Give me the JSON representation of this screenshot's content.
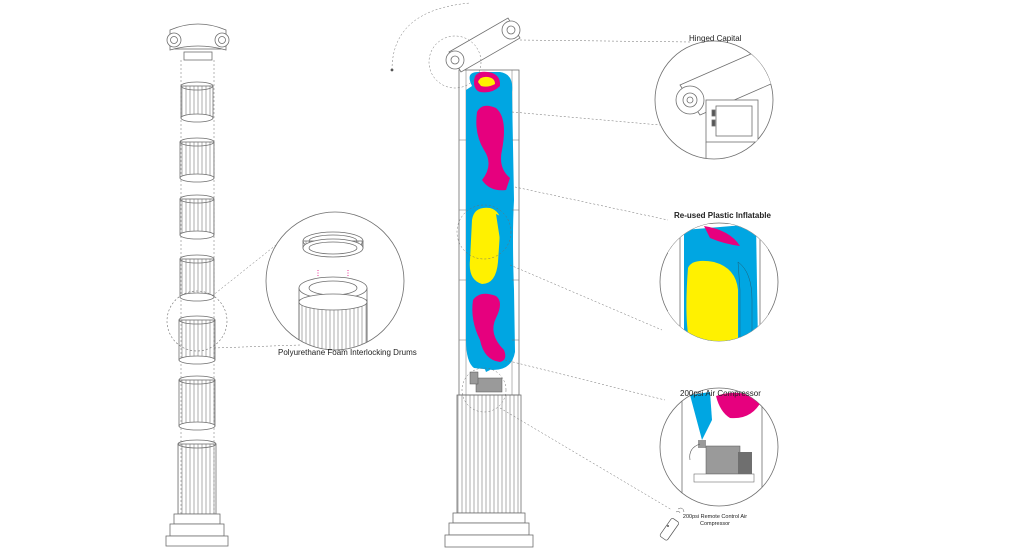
{
  "labels": {
    "drums": "Polyurethane Foam Interlocking Drums",
    "capital": "Hinged Capital",
    "inflatable": "Re-used Plastic Inflatable",
    "compressor": "200psi Air Compressor",
    "remote": "200psi Remote Control Air Compressor"
  },
  "colors": {
    "line": "#6e6e6e",
    "magenta": "#e6007e",
    "cyan": "#00a6e2",
    "yellow": "#fff100",
    "grey": "#9a9a9a"
  },
  "icons": [
    "ionic-capital-icon",
    "remote-control-icon",
    "air-compressor-icon"
  ]
}
